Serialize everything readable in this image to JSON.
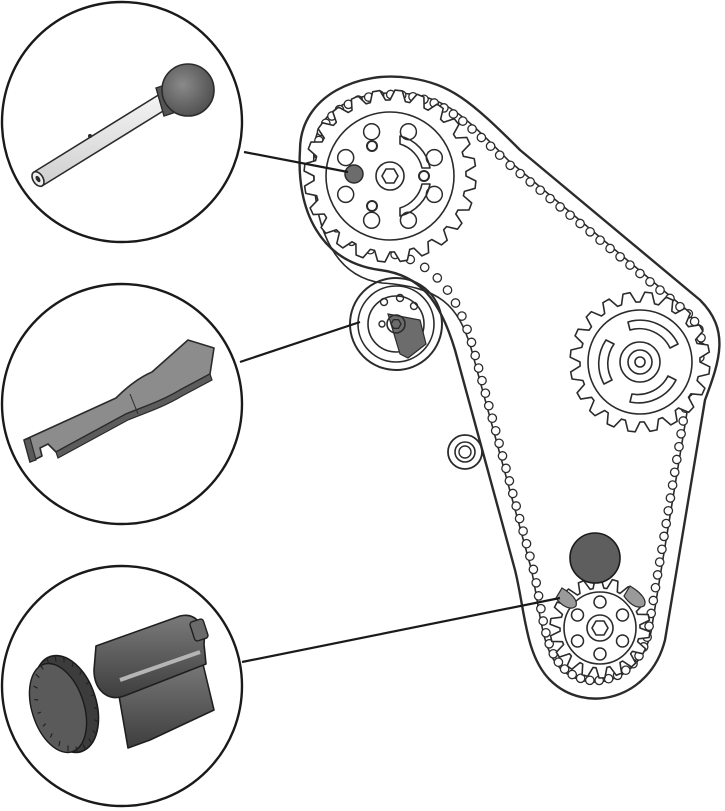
{
  "diagram": {
    "callouts": [
      {
        "name": "locking-pin",
        "tool_icon": "pin-icon",
        "target": "camshaft-sprocket"
      },
      {
        "name": "tensioner-wrench",
        "tool_icon": "wrench-icon",
        "target": "tensioner-pulley"
      },
      {
        "name": "crankshaft-locking-tool",
        "tool_icon": "locking-tool-icon",
        "target": "crankshaft-sprocket"
      }
    ],
    "colors": {
      "line": "#1a1a1a",
      "metal_light": "#eeeeee",
      "metal_mid": "#9a9a9a",
      "metal_dark": "#555555",
      "highlight_fill": "#6c6c6c"
    }
  }
}
